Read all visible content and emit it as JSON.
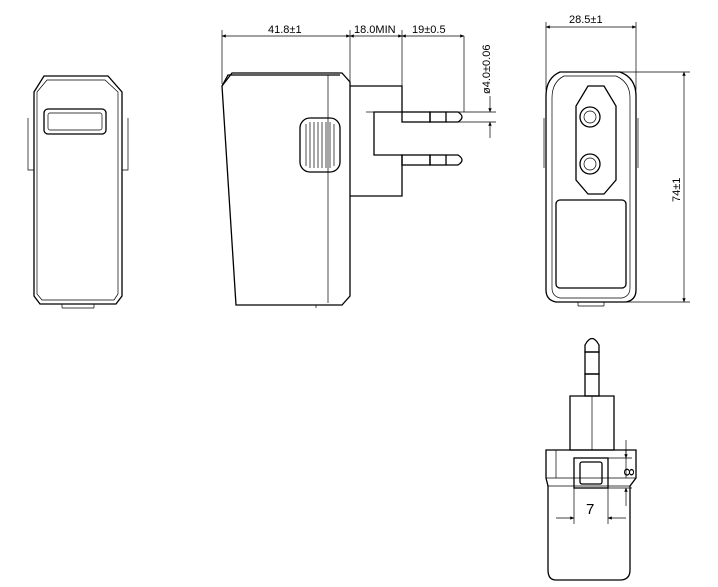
{
  "dimensions": {
    "body_length": "41.8±1",
    "pin_shoulder": "18.0MIN",
    "pin_tip": "19±0.5",
    "pin_diameter": "ø4.0±0.06",
    "width": "28.5±1",
    "height": "74±1",
    "socket_height": "8",
    "socket_width": "7"
  }
}
